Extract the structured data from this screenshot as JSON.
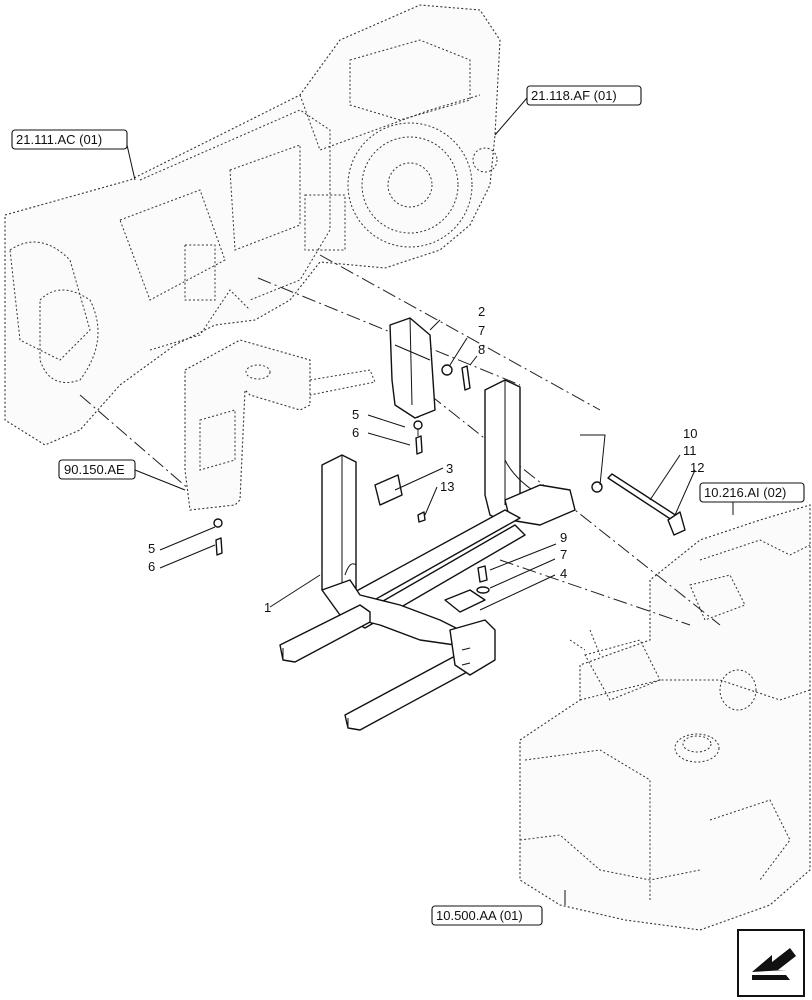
{
  "references": [
    {
      "id": "ref-transmission-front",
      "label": "21.111.AC (01)"
    },
    {
      "id": "ref-transmission-rear",
      "label": "21.118.AF (01)"
    },
    {
      "id": "ref-support-bracket",
      "label": "90.150.AE"
    },
    {
      "id": "ref-tank-accessory",
      "label": "10.216.AI (02)"
    },
    {
      "id": "ref-fuel-tank",
      "label": "10.500.AA (01)"
    }
  ],
  "callouts": {
    "c1": "1",
    "c2": "2",
    "c3": "3",
    "c4": "4",
    "c5a": "5",
    "c6a": "6",
    "c5b": "5",
    "c6b": "6",
    "c7a": "7",
    "c7b": "7",
    "c8": "8",
    "c9": "9",
    "c10": "10",
    "c11": "11",
    "c12": "12",
    "c13": "13"
  },
  "nav_icon": "next-page-arrow-icon"
}
